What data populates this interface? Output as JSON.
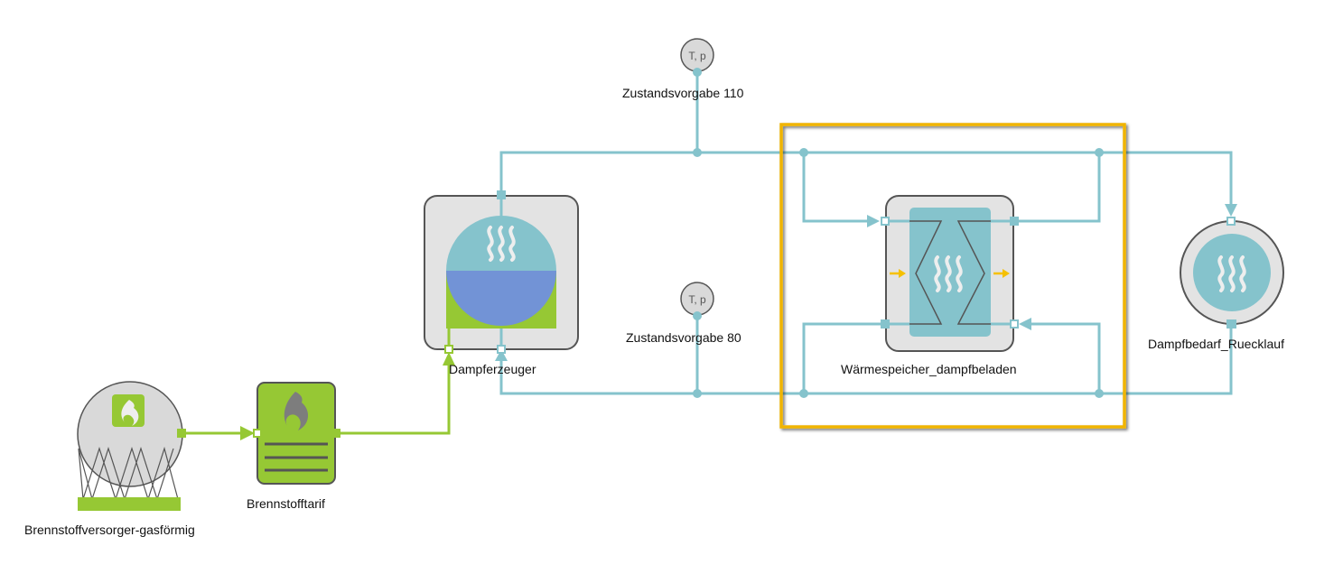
{
  "diagram": {
    "colors": {
      "steam": "#85c3cc",
      "water": "#7293d6",
      "fuel": "#96c834",
      "component_bg": "#e3e3e3",
      "outline": "#555555",
      "selection": "#f0b400",
      "heat_arrow": "#f5c000",
      "sensor_bg": "#d9d9d9"
    },
    "components": [
      {
        "id": "fuel-supplier",
        "label": "Brennstoffversorger-gasförmig",
        "icon": "gas-tank-icon"
      },
      {
        "id": "fuel-tariff",
        "label": "Brennstofftarif",
        "icon": "tariff-flame-icon"
      },
      {
        "id": "steam-generator",
        "label": "Dampferzeuger",
        "icon": "steam-drum-icon"
      },
      {
        "id": "state-110",
        "label": "Zustandsvorgabe 110",
        "badge": "T, p"
      },
      {
        "id": "state-80",
        "label": "Zustandsvorgabe 80",
        "badge": "T, p"
      },
      {
        "id": "heat-storage",
        "label": "Wärmespeicher_dampfbeladen",
        "icon": "heat-exchanger-icon",
        "selected": true
      },
      {
        "id": "steam-demand",
        "label": "Dampfbedarf_Ruecklauf",
        "icon": "steam-consumer-icon"
      }
    ]
  }
}
